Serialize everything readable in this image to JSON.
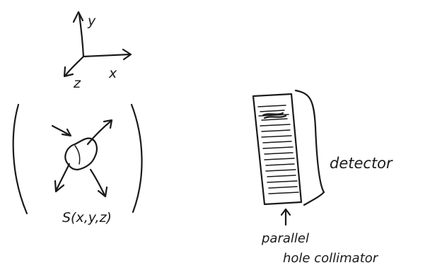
{
  "axes": {
    "y_label": "y",
    "x_label": "x",
    "z_label": "z"
  },
  "source": {
    "label": "S(x,y,z)"
  },
  "detector": {
    "label": "detector"
  },
  "collimator": {
    "label_line1": "parallel",
    "label_line2": "hole collimator"
  }
}
